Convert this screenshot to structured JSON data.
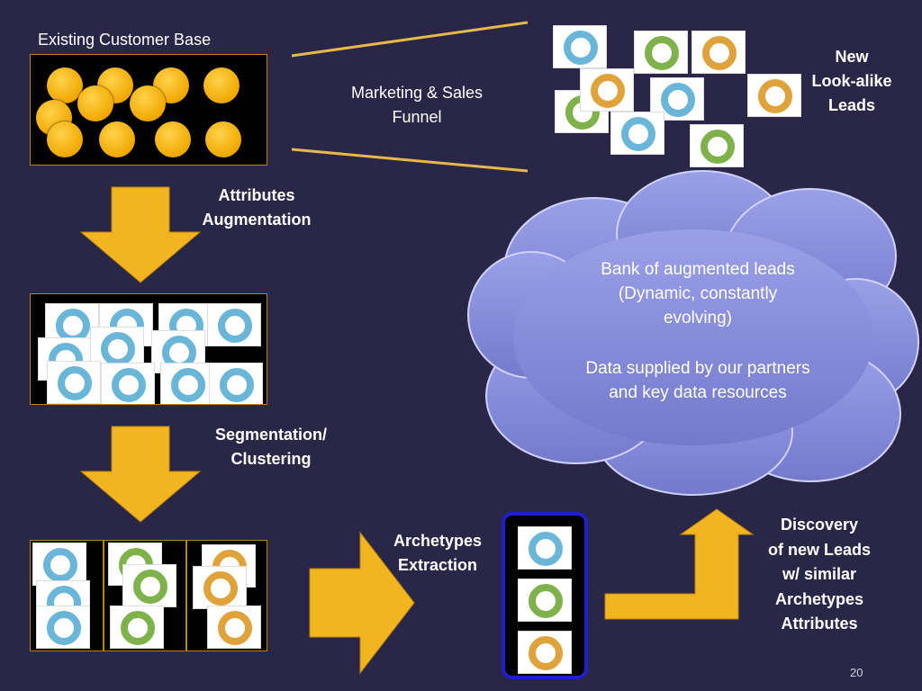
{
  "labels": {
    "existing_customer_base": "Existing Customer Base",
    "funnel": "Marketing & Sales\nFunnel",
    "new_leads": "New\nLook-alike\nLeads",
    "attributes_aug": "Attributes\nAugmentation",
    "segmentation": "Segmentation/\nClustering",
    "archetypes": "Archetypes\nExtraction",
    "discovery": "Discovery\nof new Leads\nw/ similar\nArchetypes\nAttributes",
    "cloud_line1": "Bank of augmented leads\n(Dynamic, constantly\nevolving)",
    "cloud_line2": "Data supplied by our partners\nand key data resources",
    "page_number": "20"
  },
  "colors": {
    "background": "#2a2647",
    "gold": "#f2b51f",
    "cloud": "#8a8fdc",
    "blue_tile": "#6ab6d8",
    "green_tile": "#7fb24a",
    "orange_tile": "#e0a23a",
    "archetype_border": "#1f1fd0"
  }
}
